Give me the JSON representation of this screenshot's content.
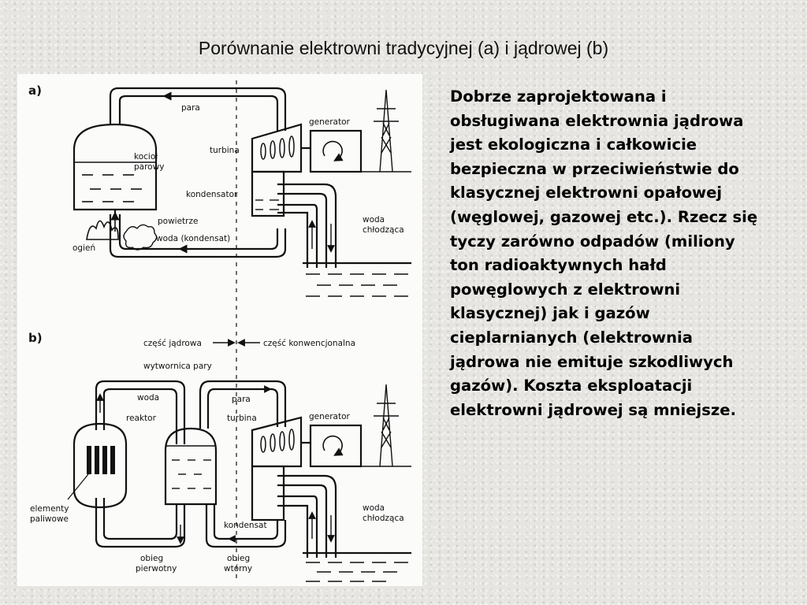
{
  "title": "Porównanie elektrowni tradycyjnej (a) i jądrowej (b)",
  "diagram_a": {
    "label": "a)",
    "para": "para",
    "kociol_line1": "kocioł",
    "kociol_line2": "parowy",
    "turbina": "turbina",
    "generator": "generator",
    "kondensator": "kondensator",
    "powietrze": "powietrze",
    "woda_kondensat": "woda (kondensat)",
    "ogien": "ogień",
    "woda_chlodzaca_line1": "woda",
    "woda_chlodzaca_line2": "chłodząca"
  },
  "diagram_b": {
    "label": "b)",
    "czesc_jadrowa": "część jądrowa",
    "czesc_konwencjonalna": "część konwencjonalna",
    "wytwornica_pary": "wytwornica pary",
    "woda": "woda",
    "reaktor": "reaktor",
    "para": "para",
    "turbina": "turbina",
    "generator": "generator",
    "elementy_line1": "elementy",
    "elementy_line2": "paliwowe",
    "kondensat": "kondensat",
    "obieg_pierwotny_line1": "obieg",
    "obieg_pierwotny_line2": "pierwotny",
    "obieg_wtorny_line1": "obieg",
    "obieg_wtorny_line2": "wtórny",
    "woda_chlodzaca_line1": "woda",
    "woda_chlodzaca_line2": "chłodząca"
  },
  "description": "Dobrze zaprojektowana i obsługiwana elektrownia jądrowa jest ekologiczna i całkowicie bezpieczna w przeciwieństwie do klasycznej elektrowni opałowej (węglowej, gazowej etc.). Rzecz się tyczy zarówno odpadów (miliony ton radioaktywnych hałd powęglowych z elektrowni klasycznej) jak i gazów cieplarnianych (elektrownia jądrowa nie emituje szkodliwych gazów). Koszta eksploatacji elektrowni jądrowej są mniejsze."
}
